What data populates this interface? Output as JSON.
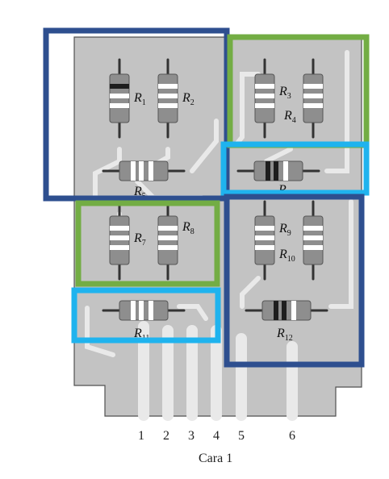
{
  "colors": {
    "board": "#c3c3c3",
    "board_edge": "#505050",
    "trace": "#e9e9e9",
    "resistor_body": "#8e8e8e",
    "resistor_band": "#ffffff",
    "resistor_dark_band": "#1e1e1e",
    "box_navy": "#2e4f8f",
    "box_green": "#73ad44",
    "box_cyan": "#1fb3ee"
  },
  "resistors": [
    {
      "name": "R",
      "sub": "1",
      "orientation": "vertical",
      "dark_band": true
    },
    {
      "name": "R",
      "sub": "2",
      "orientation": "vertical",
      "dark_band": false
    },
    {
      "name": "R",
      "sub": "3",
      "orientation": "vertical",
      "dark_band": false
    },
    {
      "name": "R",
      "sub": "4",
      "orientation": "vertical",
      "dark_band": false
    },
    {
      "name": "R",
      "sub": "5",
      "orientation": "horizontal",
      "dark_band": false
    },
    {
      "name": "R",
      "sub": "",
      "orientation": "horizontal",
      "dark_band": true
    },
    {
      "name": "R",
      "sub": "7",
      "orientation": "vertical",
      "dark_band": false
    },
    {
      "name": "R",
      "sub": "8",
      "orientation": "vertical",
      "dark_band": false
    },
    {
      "name": "R",
      "sub": "9",
      "orientation": "vertical",
      "dark_band": false
    },
    {
      "name": "R",
      "sub": "10",
      "orientation": "vertical",
      "dark_band": false
    },
    {
      "name": "R",
      "sub": "11",
      "orientation": "horizontal",
      "dark_band": false
    },
    {
      "name": "R",
      "sub": "12",
      "orientation": "horizontal",
      "dark_band": true
    }
  ],
  "connector_pins": [
    "1",
    "2",
    "3",
    "4",
    "5",
    "6"
  ],
  "caption": "Cara 1"
}
